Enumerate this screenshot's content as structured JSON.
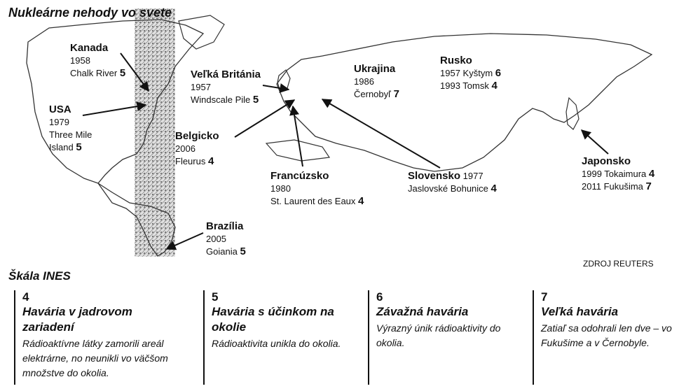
{
  "title": "Nukleárne nehody vo svete",
  "source": "ZDROJ REUTERS",
  "labels": {
    "kanada": {
      "country": "Kanada",
      "year": "1958",
      "place": "Chalk River",
      "level": "5"
    },
    "usa": {
      "country": "USA",
      "year": "1979",
      "place1": "Three Mile",
      "place2": "Island",
      "level": "5"
    },
    "vb": {
      "country": "Veľká Británia",
      "year": "1957",
      "place": "Windscale Pile",
      "level": "5"
    },
    "belgicko": {
      "country": "Belgicko",
      "year": "2006",
      "place": "Fleurus",
      "level": "4"
    },
    "brazilia": {
      "country": "Brazília",
      "year": "2005",
      "place": "Goiania",
      "level": "5"
    },
    "francuzsko": {
      "country": "Francúzsko",
      "year": "1980",
      "place": "St. Laurent des Eaux",
      "level": "4"
    },
    "ukrajina": {
      "country": "Ukrajina",
      "year": "1986",
      "place": "Černobyľ",
      "level": "7"
    },
    "slovensko": {
      "country": "Slovensko",
      "year": "1977",
      "place": "Jaslovské Bohunice",
      "level": "4"
    },
    "rusko": {
      "country": "Rusko",
      "line1": "1957 Kyštym",
      "level1": "6",
      "line2": "1993 Tomsk",
      "level2": "4"
    },
    "japonsko": {
      "country": "Japonsko",
      "line1": "1999 Tokaimura",
      "level1": "4",
      "line2": "2011 Fukušima",
      "level2": "7"
    }
  },
  "scale": {
    "title": "Škála INES",
    "items": [
      {
        "num": "4",
        "name": "Havária v jadrovom zariadení",
        "desc": "Rádioaktívne látky zamorili areál elektrárne, no neunikli vo väčšom množstve do okolia."
      },
      {
        "num": "5",
        "name": "Havária s účinkom na okolie",
        "desc": "Rádioaktivita unikla do okolia."
      },
      {
        "num": "6",
        "name": "Závažná havária",
        "desc": "Výrazný únik rádioaktivity do okolia."
      },
      {
        "num": "7",
        "name": "Veľká havária",
        "desc": "Zatiaľ sa odohrali len dve – vo Fukušime a v Černobyle."
      }
    ]
  }
}
